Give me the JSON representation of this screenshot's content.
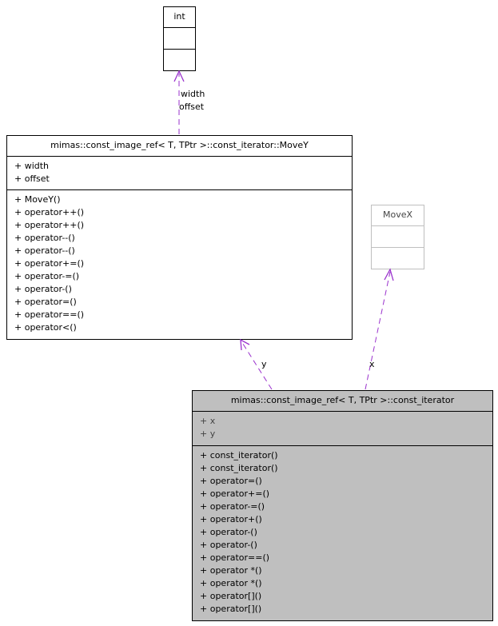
{
  "colors": {
    "edge": "#9a32cd",
    "shaded_fill": "#bfbfbf",
    "grey_border": "#bfbfbf"
  },
  "classes": {
    "int": {
      "name": "int",
      "attributes": [],
      "methods": []
    },
    "movey": {
      "name": "mimas::const_image_ref< T, TPtr >::const_iterator::MoveY",
      "attributes": [
        "+ width",
        "+ offset"
      ],
      "methods": [
        "+ MoveY()",
        "+ operator++()",
        "+ operator++()",
        "+ operator--()",
        "+ operator--()",
        "+ operator+=()",
        "+ operator-=()",
        "+ operator-()",
        "+ operator=()",
        "+ operator==()",
        "+ operator<()"
      ]
    },
    "movex": {
      "name": "MoveX",
      "attributes": [],
      "methods": []
    },
    "const_iterator": {
      "name": "mimas::const_image_ref< T, TPtr >::const_iterator",
      "attributes": [
        "+ x",
        "+ y"
      ],
      "methods": [
        "+ const_iterator()",
        "+ const_iterator()",
        "+ operator=()",
        "+ operator+=()",
        "+ operator-=()",
        "+ operator+()",
        "+ operator-()",
        "+ operator-()",
        "+ operator==()",
        "+ operator *()",
        "+ operator *()",
        "+ operator[]()",
        "+ operator[]()"
      ]
    }
  },
  "edges": {
    "movey_to_int": {
      "label_1": "width",
      "label_2": "offset"
    },
    "iter_to_movey": {
      "label": "y"
    },
    "iter_to_movex": {
      "label": "x"
    }
  }
}
